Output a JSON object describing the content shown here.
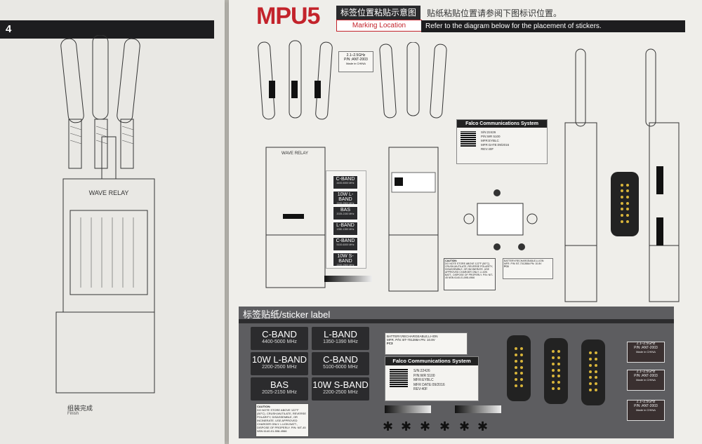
{
  "page_number": "4",
  "left_caption": {
    "cn": "组装完成",
    "en": "Finish"
  },
  "device_brand": "WAVE RELAY",
  "product": "MPU5",
  "header": {
    "title_cn": "标签位置粘贴示意图",
    "title_en": "Marking Location",
    "note_cn": "贴纸粘贴位置请参阅下图标识位置。",
    "note_en": "Refer to the diagram below for the placement of stickers."
  },
  "antenna_label": {
    "freq": "2.1–2.5GHz",
    "pn": "P/N :ANT-2003",
    "made": "Made in CHINA"
  },
  "band_stickers": [
    {
      "name": "C-BAND",
      "freq": "4400-5000 MHz"
    },
    {
      "name": "10W L-BAND",
      "freq": "2200-2500 MHz"
    },
    {
      "name": "BAS",
      "freq": "2025-2150 MHz"
    },
    {
      "name": "L-BAND",
      "freq": "1350-1390 MHz"
    },
    {
      "name": "C-BAND",
      "freq": "5100-6000 MHz"
    },
    {
      "name": "10W S-BAND",
      "freq": "2200-2500 MHz"
    }
  ],
  "falco": {
    "title": "Falco Communications System",
    "lines": [
      "S/N:22426",
      "P/N:WR 5100",
      "MFR:EYBLC",
      "MFR DATE:09/2016",
      "REV:40F"
    ]
  },
  "caution": {
    "title": "CAUTION:",
    "text": "DO NOTE STORE ABOVE 122°F (50°C). CRUSH,MUTILATE, REVERSE POLARITY, DISASSEMBLE, OR INCINERATE. USE APPROVED CHARGER ONLY. LI-ION BATT., DISPOSE OF PROPERLY. P/N: NIT-45   NSN 6140-01-598-4966"
  },
  "battery_label": {
    "title": "BATTERY,RECHARGEABLE,LI-ION",
    "line2": "MFR. P/N: BT-701288A  PN: 10.8V",
    "fc": "FC3"
  },
  "sticker_panel": {
    "title": "标签贴纸/sticker label"
  },
  "colors": {
    "brand_red": "#c3232b",
    "dark": "#1d1d1f",
    "panel": "#5d5d60",
    "connector_gold": "#d8b43a"
  }
}
